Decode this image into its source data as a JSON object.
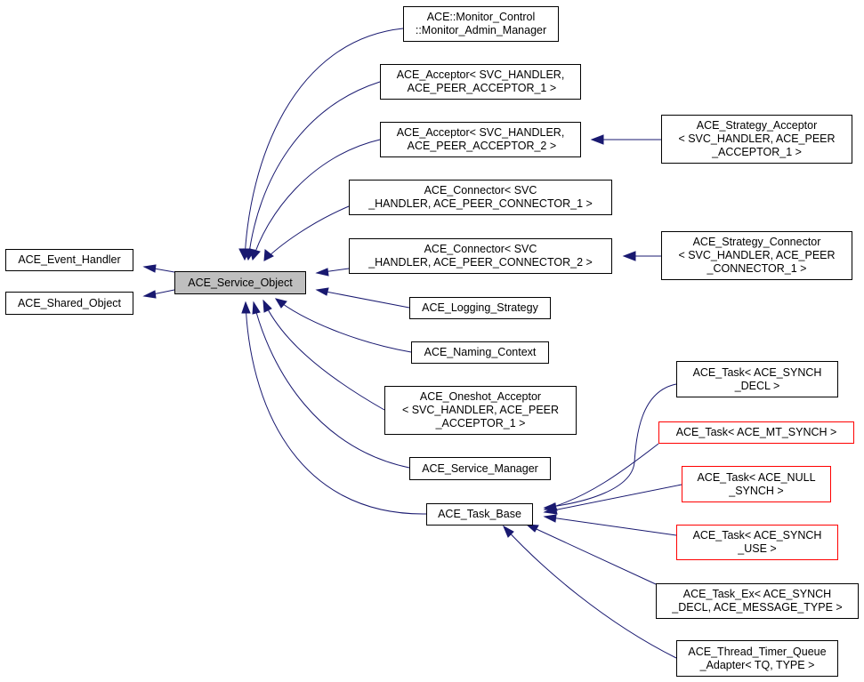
{
  "colors": {
    "edge": "#191970",
    "border": "#000000",
    "red_border": "#ff0000",
    "focus_fill": "#bfbfbf"
  },
  "nodes": {
    "event_handler": "ACE_Event_Handler",
    "shared_object": "ACE_Shared_Object",
    "service_object": "ACE_Service_Object",
    "monitor_admin": "ACE::Monitor_Control\n::Monitor_Admin_Manager",
    "acceptor_1": "ACE_Acceptor< SVC_HANDLER,\n ACE_PEER_ACCEPTOR_1 >",
    "acceptor_2": "ACE_Acceptor< SVC_HANDLER,\n ACE_PEER_ACCEPTOR_2 >",
    "strategy_acceptor": "ACE_Strategy_Acceptor\n< SVC_HANDLER, ACE_PEER\n_ACCEPTOR_1 >",
    "connector_1": "ACE_Connector< SVC\n_HANDLER, ACE_PEER_CONNECTOR_1 >",
    "connector_2": "ACE_Connector< SVC\n_HANDLER, ACE_PEER_CONNECTOR_2 >",
    "strategy_connector": "ACE_Strategy_Connector\n< SVC_HANDLER, ACE_PEER\n_CONNECTOR_1 >",
    "logging_strategy": "ACE_Logging_Strategy",
    "naming_context": "ACE_Naming_Context",
    "oneshot_acceptor": "ACE_Oneshot_Acceptor\n< SVC_HANDLER, ACE_PEER\n_ACCEPTOR_1 >",
    "service_manager": "ACE_Service_Manager",
    "task_base": "ACE_Task_Base",
    "task_synch_decl": "ACE_Task< ACE_SYNCH\n_DECL >",
    "task_mt_synch": "ACE_Task< ACE_MT_SYNCH >",
    "task_null_synch": "ACE_Task< ACE_NULL\n_SYNCH >",
    "task_synch_use": "ACE_Task< ACE_SYNCH\n_USE >",
    "task_ex": "ACE_Task_Ex< ACE_SYNCH\n_DECL, ACE_MESSAGE_TYPE >",
    "thread_timer_queue": "ACE_Thread_Timer_Queue\n_Adapter< TQ, TYPE >"
  }
}
